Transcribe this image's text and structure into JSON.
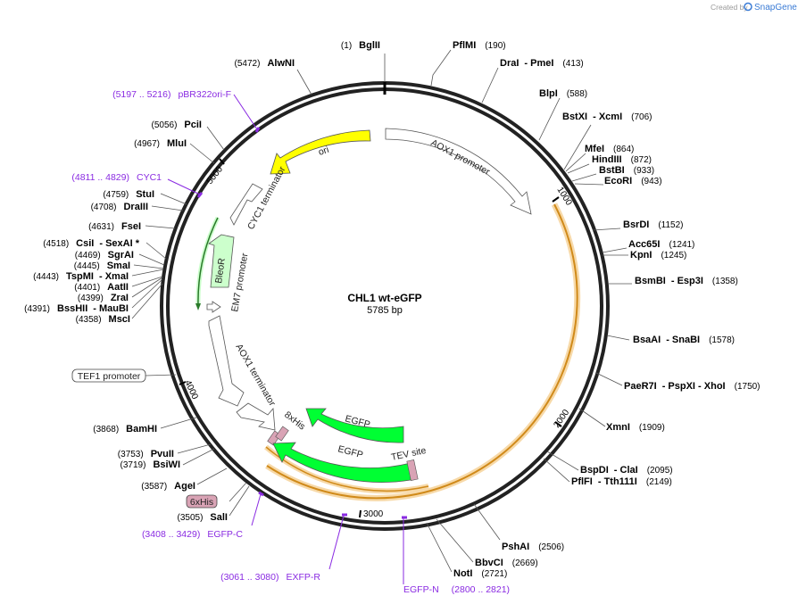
{
  "watermark": {
    "created_by": "Created by",
    "brand": "SnapGene"
  },
  "plasmid": {
    "name": "CHL1 wt-eGFP",
    "size": "5785 bp"
  },
  "ticks": [
    "1000",
    "2000",
    "3000",
    "4000",
    "5000"
  ],
  "sites_right": [
    {
      "name": "PflMI",
      "pos": "(190)"
    },
    {
      "name": "DraI",
      "suffix": "- PmeI",
      "pos": "(413)"
    },
    {
      "name": "BlpI",
      "pos": "(588)"
    },
    {
      "name": "BstXI",
      "suffix": "- XcmI",
      "pos": "(706)"
    },
    {
      "name": "MfeI",
      "pos": "(864)"
    },
    {
      "name": "HindIII",
      "pos": "(872)"
    },
    {
      "name": "BstBI",
      "pos": "(933)"
    },
    {
      "name": "EcoRI",
      "pos": "(943)"
    },
    {
      "name": "BsrDI",
      "pos": "(1152)"
    },
    {
      "name": "Acc65I",
      "pos": "(1241)"
    },
    {
      "name": "KpnI",
      "pos": "(1245)"
    },
    {
      "name": "BsmBI",
      "suffix": "- Esp3I",
      "pos": "(1358)"
    },
    {
      "name": "BsaAI",
      "suffix": "- SnaBI",
      "pos": "(1578)"
    },
    {
      "name": "PaeR7I",
      "suffix": "- PspXI  - XhoI",
      "pos": "(1750)"
    },
    {
      "name": "XmnI",
      "pos": "(1909)"
    },
    {
      "name": "BspDI",
      "suffix": "- ClaI",
      "pos": "(2095)"
    },
    {
      "name": "PflFI",
      "suffix": "- Tth111I",
      "pos": "(2149)"
    },
    {
      "name": "PshAI",
      "pos": "(2506)"
    },
    {
      "name": "BbvCI",
      "pos": "(2669)"
    },
    {
      "name": "NotI",
      "pos": "(2721)"
    }
  ],
  "sites_left": [
    {
      "pos": "(1)",
      "name": "BglII"
    },
    {
      "pos": "(5472)",
      "name": "AlwNI"
    },
    {
      "pos": "(5056)",
      "name": "PciI"
    },
    {
      "pos": "(4967)",
      "name": "MluI"
    },
    {
      "pos": "(4759)",
      "name": "StuI"
    },
    {
      "pos": "(4708)",
      "name": "DraIII"
    },
    {
      "pos": "(4631)",
      "name": "FseI"
    },
    {
      "pos": "(4518)",
      "name": "CsiI",
      "suffix": "- SexAI *"
    },
    {
      "pos": "(4469)",
      "name": "SgrAI"
    },
    {
      "pos": "(4445)",
      "name": "SmaI"
    },
    {
      "pos": "(4443)",
      "name": "TspMI",
      "suffix": "- XmaI"
    },
    {
      "pos": "(4401)",
      "name": "AatII"
    },
    {
      "pos": "(4399)",
      "name": "ZraI"
    },
    {
      "pos": "(4391)",
      "name": "BssHII",
      "suffix": "- MauBI"
    },
    {
      "pos": "(4358)",
      "name": "MscI"
    },
    {
      "pos": "(3868)",
      "name": "BamHI"
    },
    {
      "pos": "(3753)",
      "name": "PvuII"
    },
    {
      "pos": "(3719)",
      "name": "BsiWI"
    },
    {
      "pos": "(3587)",
      "name": "AgeI"
    },
    {
      "pos": "(3505)",
      "name": "SalI"
    }
  ],
  "primers": [
    {
      "range": "(5197 .. 5216)",
      "name": "pBR322ori-F"
    },
    {
      "range": "(4811 .. 4829)",
      "name": "CYC1"
    },
    {
      "range": "(3408 .. 3429)",
      "name": "EGFP-C"
    },
    {
      "range": "(3061 .. 3080)",
      "name": "EXFP-R"
    },
    {
      "name": "EGFP-N",
      "range": "(2800 .. 2821)"
    }
  ],
  "features": {
    "ori": "ori",
    "aox1_promoter": "AOX1 promoter",
    "cyc1_terminator": "CYC1 terminator",
    "bleor": "BleoR",
    "em7_promoter": "EM7 promoter",
    "aox1_terminator": "AOX1 terminator",
    "his8": "8xHis",
    "egfp1": "EGFP",
    "egfp2": "EGFP",
    "tev": "TEV site",
    "tef1": "TEF1 promoter",
    "his6": "6xHis"
  },
  "colors": {
    "ori": "#ffff00",
    "egfp": "#00ff33",
    "bleor": "#ccffcc",
    "orange": "#f5a623",
    "primer": "#8a2be2",
    "his": "#d9a3b5"
  }
}
